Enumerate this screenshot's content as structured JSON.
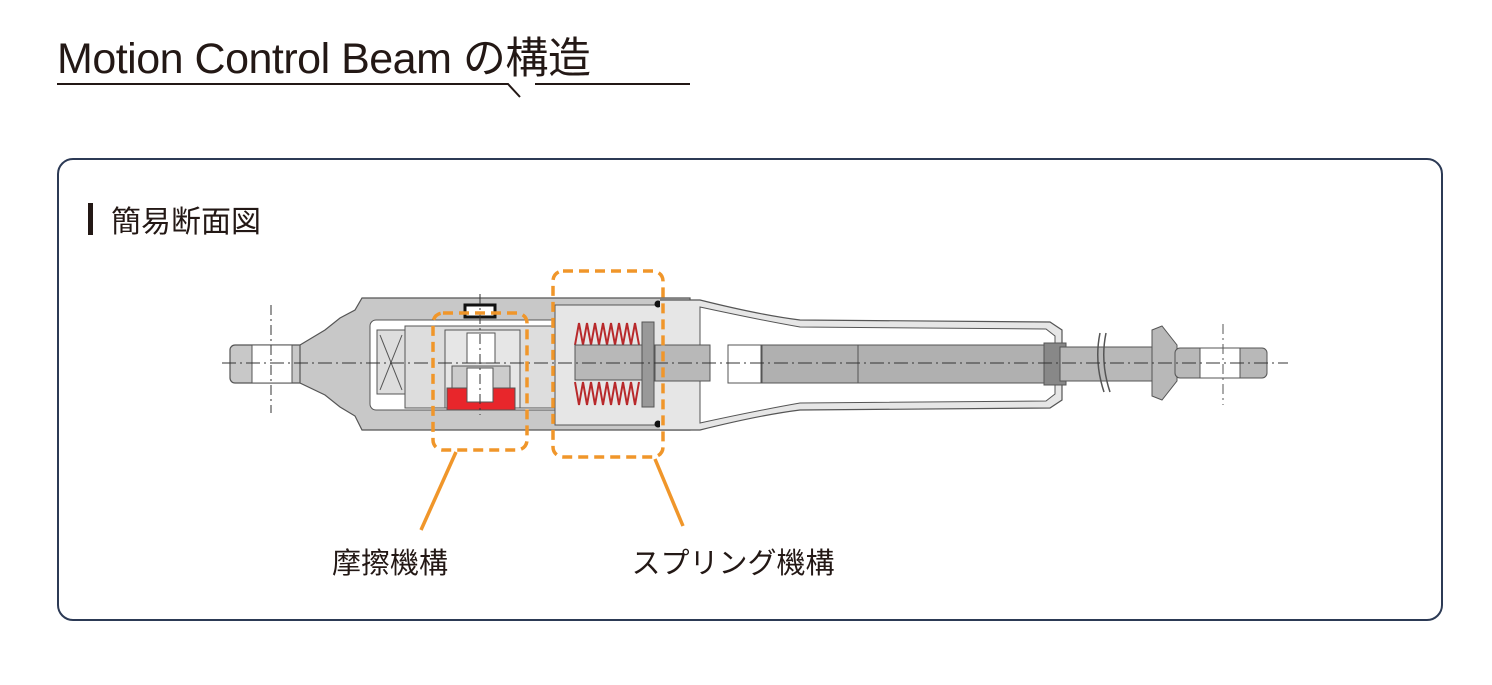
{
  "title": "Motion Control Beam の構造",
  "section": {
    "heading": "簡易断面図"
  },
  "diagram": {
    "labels": {
      "friction": "摩擦機構",
      "spring": "スプリング機構"
    },
    "colors": {
      "highlight": "#f0962a",
      "friction_part": "#e8262b",
      "spring": "#b8292b",
      "body": "#c8c8c8",
      "border": "#2c3a55"
    }
  }
}
